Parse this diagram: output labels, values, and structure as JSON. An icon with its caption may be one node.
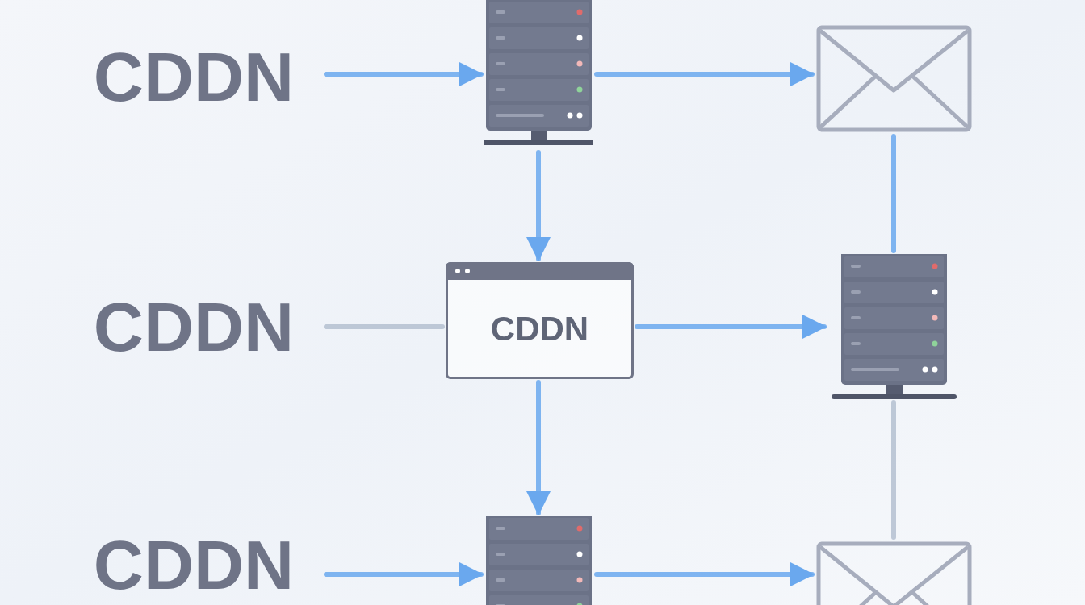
{
  "diagram": {
    "nodes": [
      {
        "text": [
          "CDDN"
        ]
      },
      {
        "text": [],
        "shape": "picture"
      },
      {
        "text": [],
        "shape": "picture"
      },
      {
        "text": [
          "CDDN"
        ]
      },
      {
        "text": [
          "CDDN"
        ]
      },
      {
        "text": [],
        "shape": "picture"
      },
      {
        "text": [
          "CDDN"
        ]
      },
      {
        "text": [],
        "shape": "picture"
      },
      {
        "text": [],
        "shape": "picture"
      }
    ],
    "edges": [
      {
        "from": 0,
        "to": 1,
        "arrow": "to"
      },
      {
        "from": 1,
        "to": 2,
        "arrow": "to"
      },
      {
        "from": 1,
        "to": 4,
        "arrow": "to"
      },
      {
        "from": 3,
        "to": 4,
        "arrow": "none",
        "color": "#b4bfd0"
      },
      {
        "from": 4,
        "to": 5,
        "arrow": "to"
      },
      {
        "from": 2,
        "to": 5,
        "arrow": "none"
      },
      {
        "from": 4,
        "to": 7,
        "arrow": "to"
      },
      {
        "from": 5,
        "to": 8,
        "arrow": "none",
        "color": "#b4bfd0"
      },
      {
        "from": 6,
        "to": 7,
        "arrow": "to"
      },
      {
        "from": 7,
        "to": 8,
        "arrow": "to"
      }
    ]
  }
}
